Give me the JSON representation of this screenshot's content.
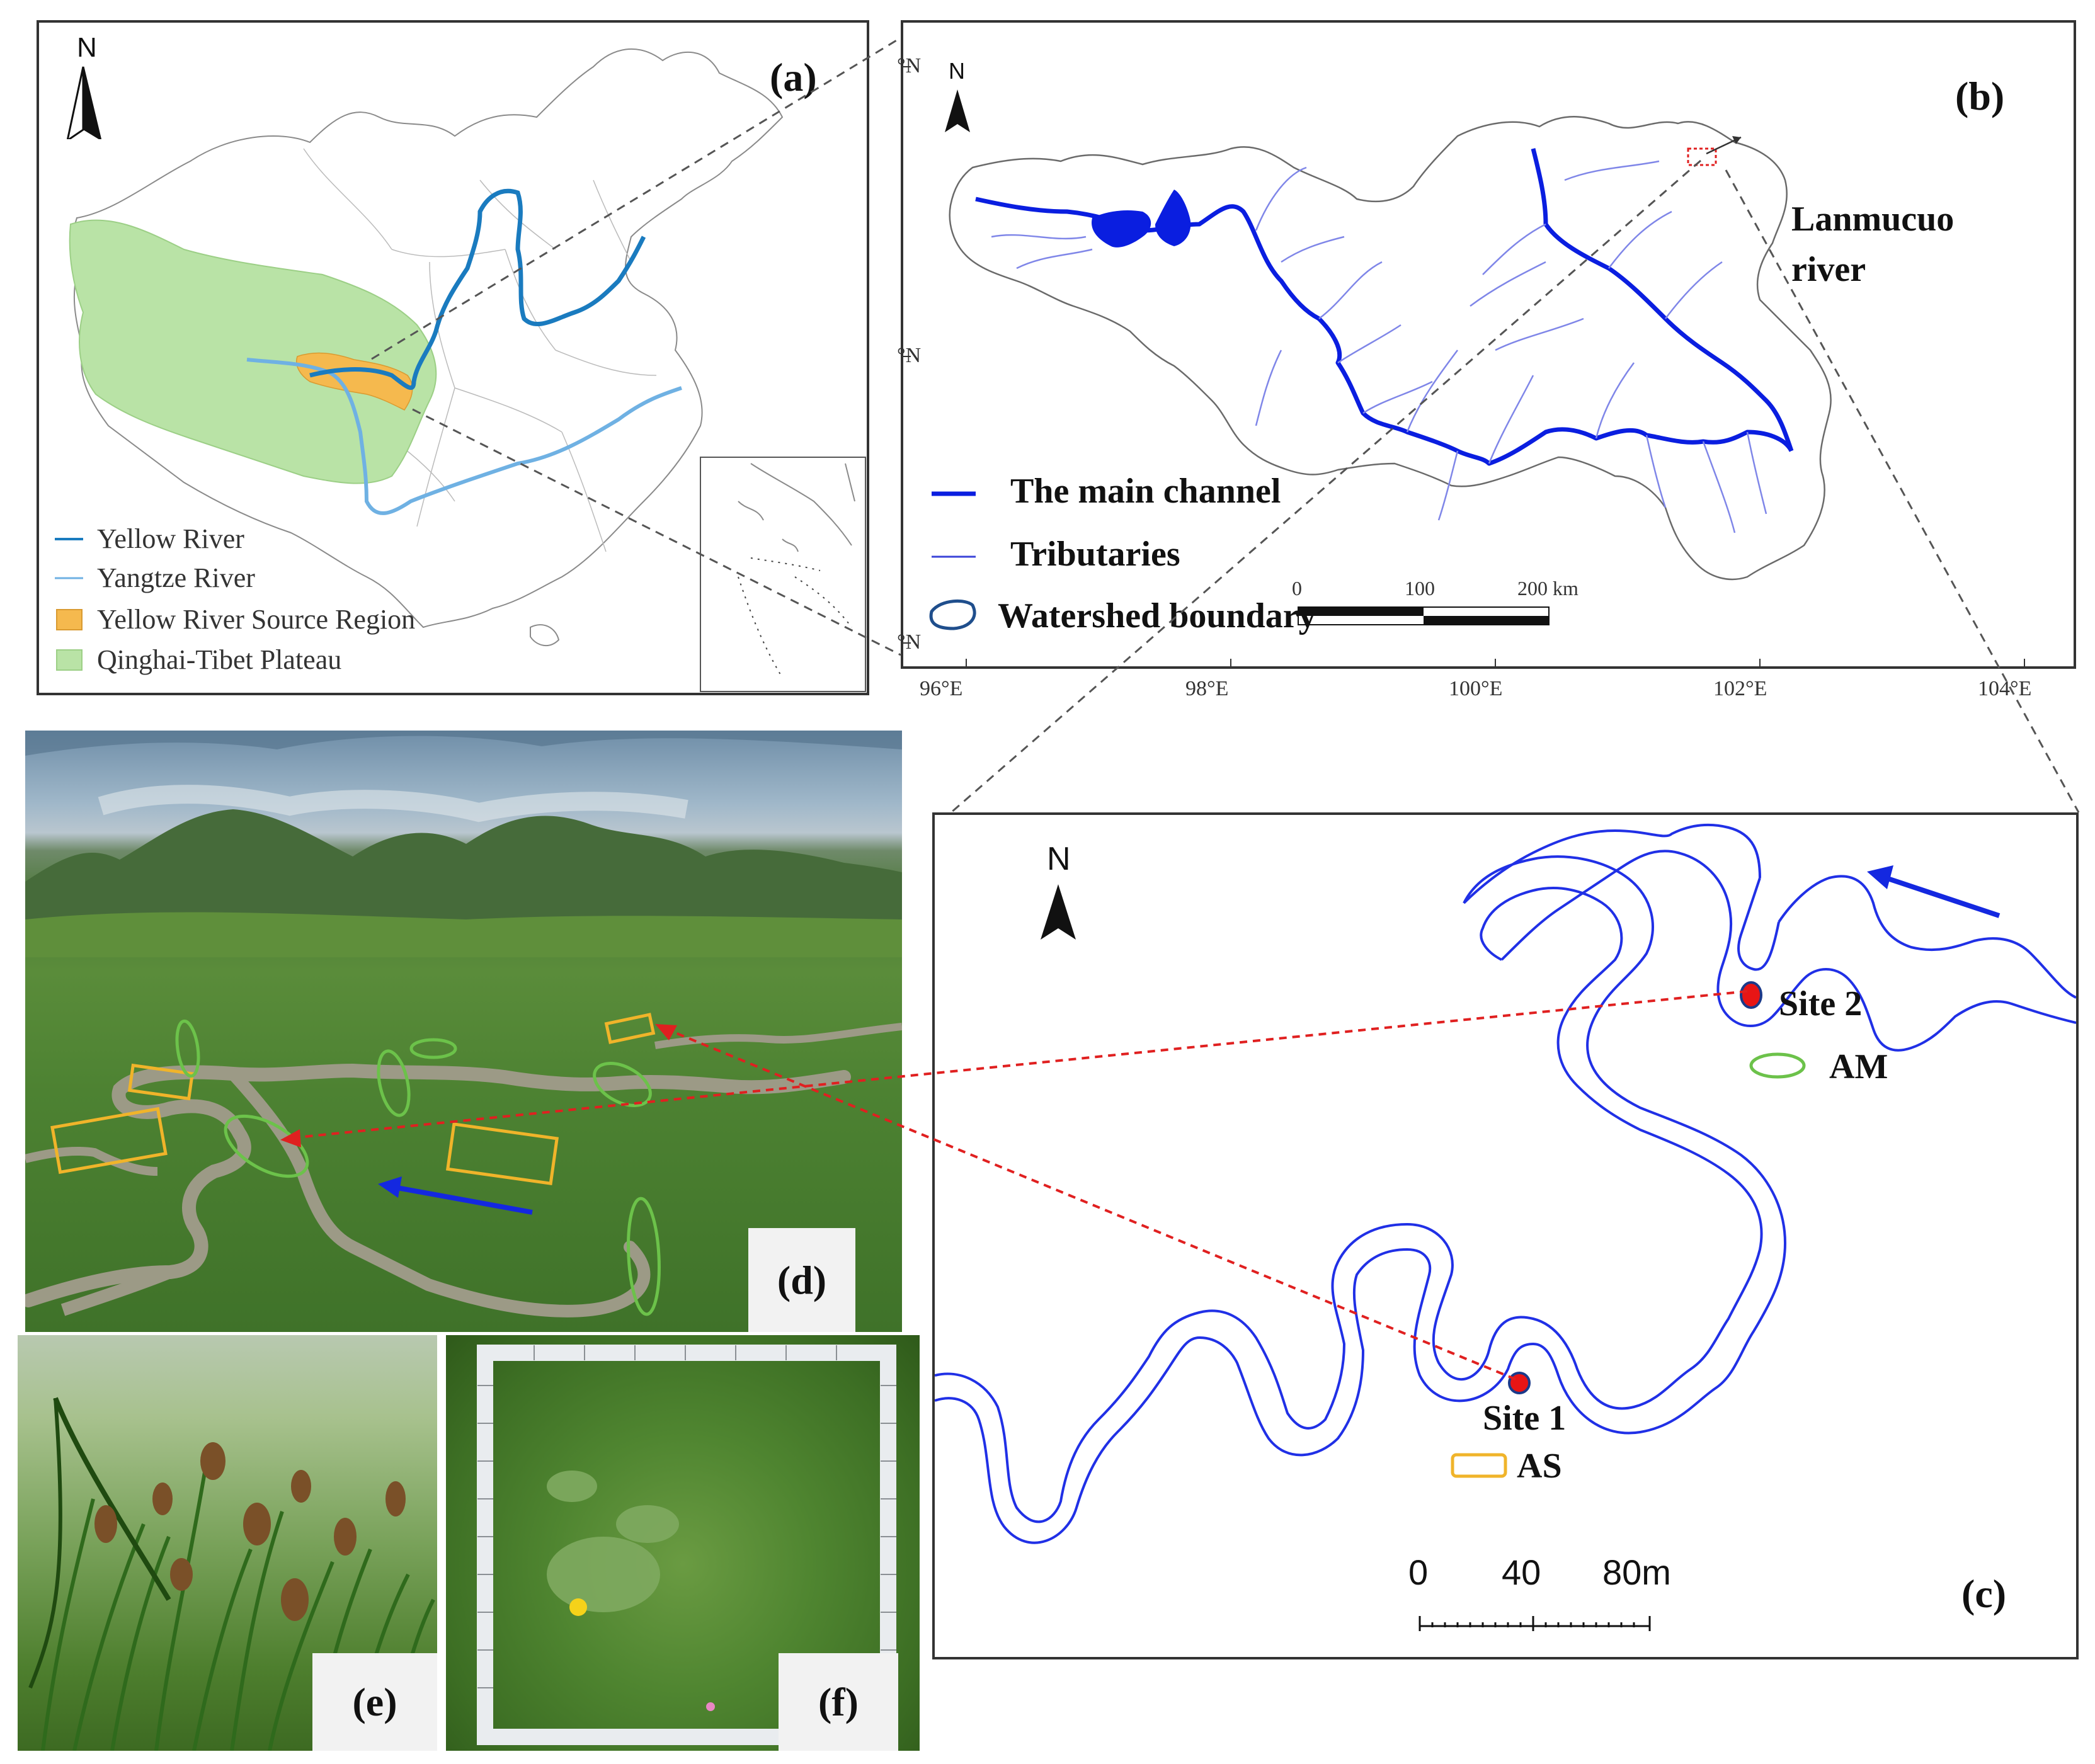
{
  "panels": {
    "a": {
      "label": "(a)",
      "north": "N",
      "legend": [
        {
          "label": "Yellow River",
          "symbol": "line",
          "color": "#1a7bbf"
        },
        {
          "label": "Yangtze River",
          "symbol": "line",
          "color": "#6fb1e3"
        },
        {
          "label": "Yellow River Source Region",
          "symbol": "box",
          "color": "#f5b94e"
        },
        {
          "label": "Qinghai-Tibet Plateau",
          "symbol": "box",
          "color": "#b9e3a6"
        }
      ]
    },
    "b": {
      "label": "(b)",
      "north": "N",
      "callout": [
        "Lanmucuo",
        "river"
      ],
      "legend": [
        {
          "label": "The main channel",
          "symbol": "thick-line",
          "color": "#0a1ee0"
        },
        {
          "label": "Tributaries",
          "symbol": "thin-line",
          "color": "#3a43d8"
        },
        {
          "label": "Watershed boundary",
          "symbol": "outline",
          "color": "#1f4e8c"
        }
      ],
      "scale": {
        "labels": [
          "0",
          "100",
          "200 km"
        ]
      },
      "lon_ticks": [
        "96°E",
        "98°E",
        "100°E",
        "102°E",
        "104°E"
      ],
      "lat_ticks": [
        "°N",
        "°N",
        "°N"
      ]
    },
    "c": {
      "label": "(c)",
      "north": "N",
      "sites": [
        {
          "label": "Site 1",
          "legend_label": "AS",
          "legend_color": "#f0b42a"
        },
        {
          "label": "Site 2",
          "legend_label": "AM",
          "legend_color": "#6cc24a"
        }
      ],
      "scale": {
        "labels": [
          "0",
          "40",
          "80m"
        ]
      }
    },
    "d": {
      "label": "(d)"
    },
    "e": {
      "label": "(e)"
    },
    "f": {
      "label": "(f)"
    }
  },
  "colors": {
    "plateau": "#b9e3a6",
    "source_region": "#f5b94e",
    "yellow_river": "#1a7bbf",
    "yangtze_river": "#6fb1e3",
    "main_channel": "#0a1ee0",
    "tributary": "#4a52e0",
    "callout_dash": "#e02020",
    "site_marker": "#e81515",
    "flow_arrow": "#1428e0"
  }
}
